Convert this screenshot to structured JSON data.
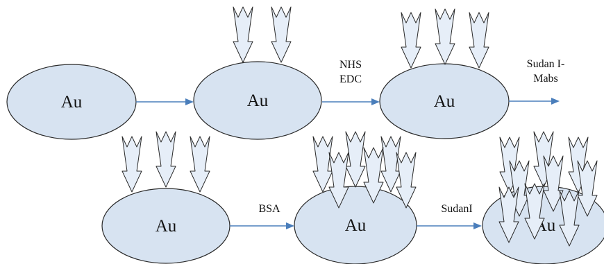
{
  "particle_label": "Au",
  "colors": {
    "particle_fill": "#d7e3f1",
    "connector": "#4a7ebb",
    "antibody_fill": "#e6eef8",
    "outline": "#2a2a2a"
  },
  "steps": {
    "activation_line1": "NHS",
    "activation_line2": "EDC",
    "conjugation_line1": "Sudan I-",
    "conjugation_line2": "Mabs",
    "blocking": "BSA",
    "binding": "SudanI"
  }
}
